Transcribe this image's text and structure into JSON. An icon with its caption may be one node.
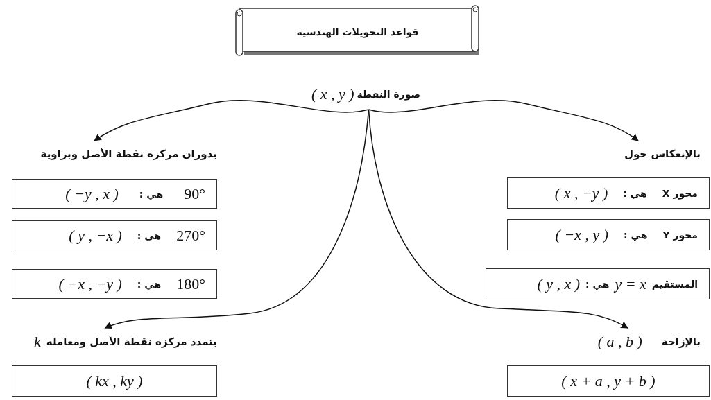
{
  "diagram": {
    "nodes": [
      {
        "text": [
          "قواعد التحويلات الهندسية"
        ]
      },
      {
        "text": [
          "صورة النقطة",
          "( x , y )"
        ]
      },
      {
        "text": [
          "بدوران مركزه نقطة الأصل وبزاوية"
        ]
      },
      {
        "text": [
          "90°",
          "هي :",
          "( −y , x )"
        ]
      },
      {
        "text": [
          "270°",
          "هي :",
          "( y , −x )"
        ]
      },
      {
        "text": [
          "180°",
          "هي :",
          "( −x , −y )"
        ]
      },
      {
        "text": [
          "بالإنعكاس حول"
        ]
      },
      {
        "text": [
          "محور X",
          "هي :",
          "( x , −y )"
        ]
      },
      {
        "text": [
          "محور Y",
          "هي :",
          "( −x , y )"
        ]
      },
      {
        "text": [
          "المستقيم",
          "y = x",
          "هي :",
          "( y , x )"
        ]
      },
      {
        "text": [
          "بتمدد مركزه نقطة الأصل ومعامله",
          "k"
        ]
      },
      {
        "text": [
          "( kx , ky )"
        ]
      },
      {
        "text": [
          "بالإزاحة",
          "( a , b )"
        ]
      },
      {
        "text": [
          "( x + a , y + b )"
        ]
      }
    ],
    "edges": [
      {
        "from": 1,
        "to": 2,
        "arrow": "to"
      },
      {
        "from": 1,
        "to": 6,
        "arrow": "to"
      },
      {
        "from": 1,
        "to": 10,
        "arrow": "to"
      },
      {
        "from": 1,
        "to": 12,
        "arrow": "to"
      }
    ]
  }
}
